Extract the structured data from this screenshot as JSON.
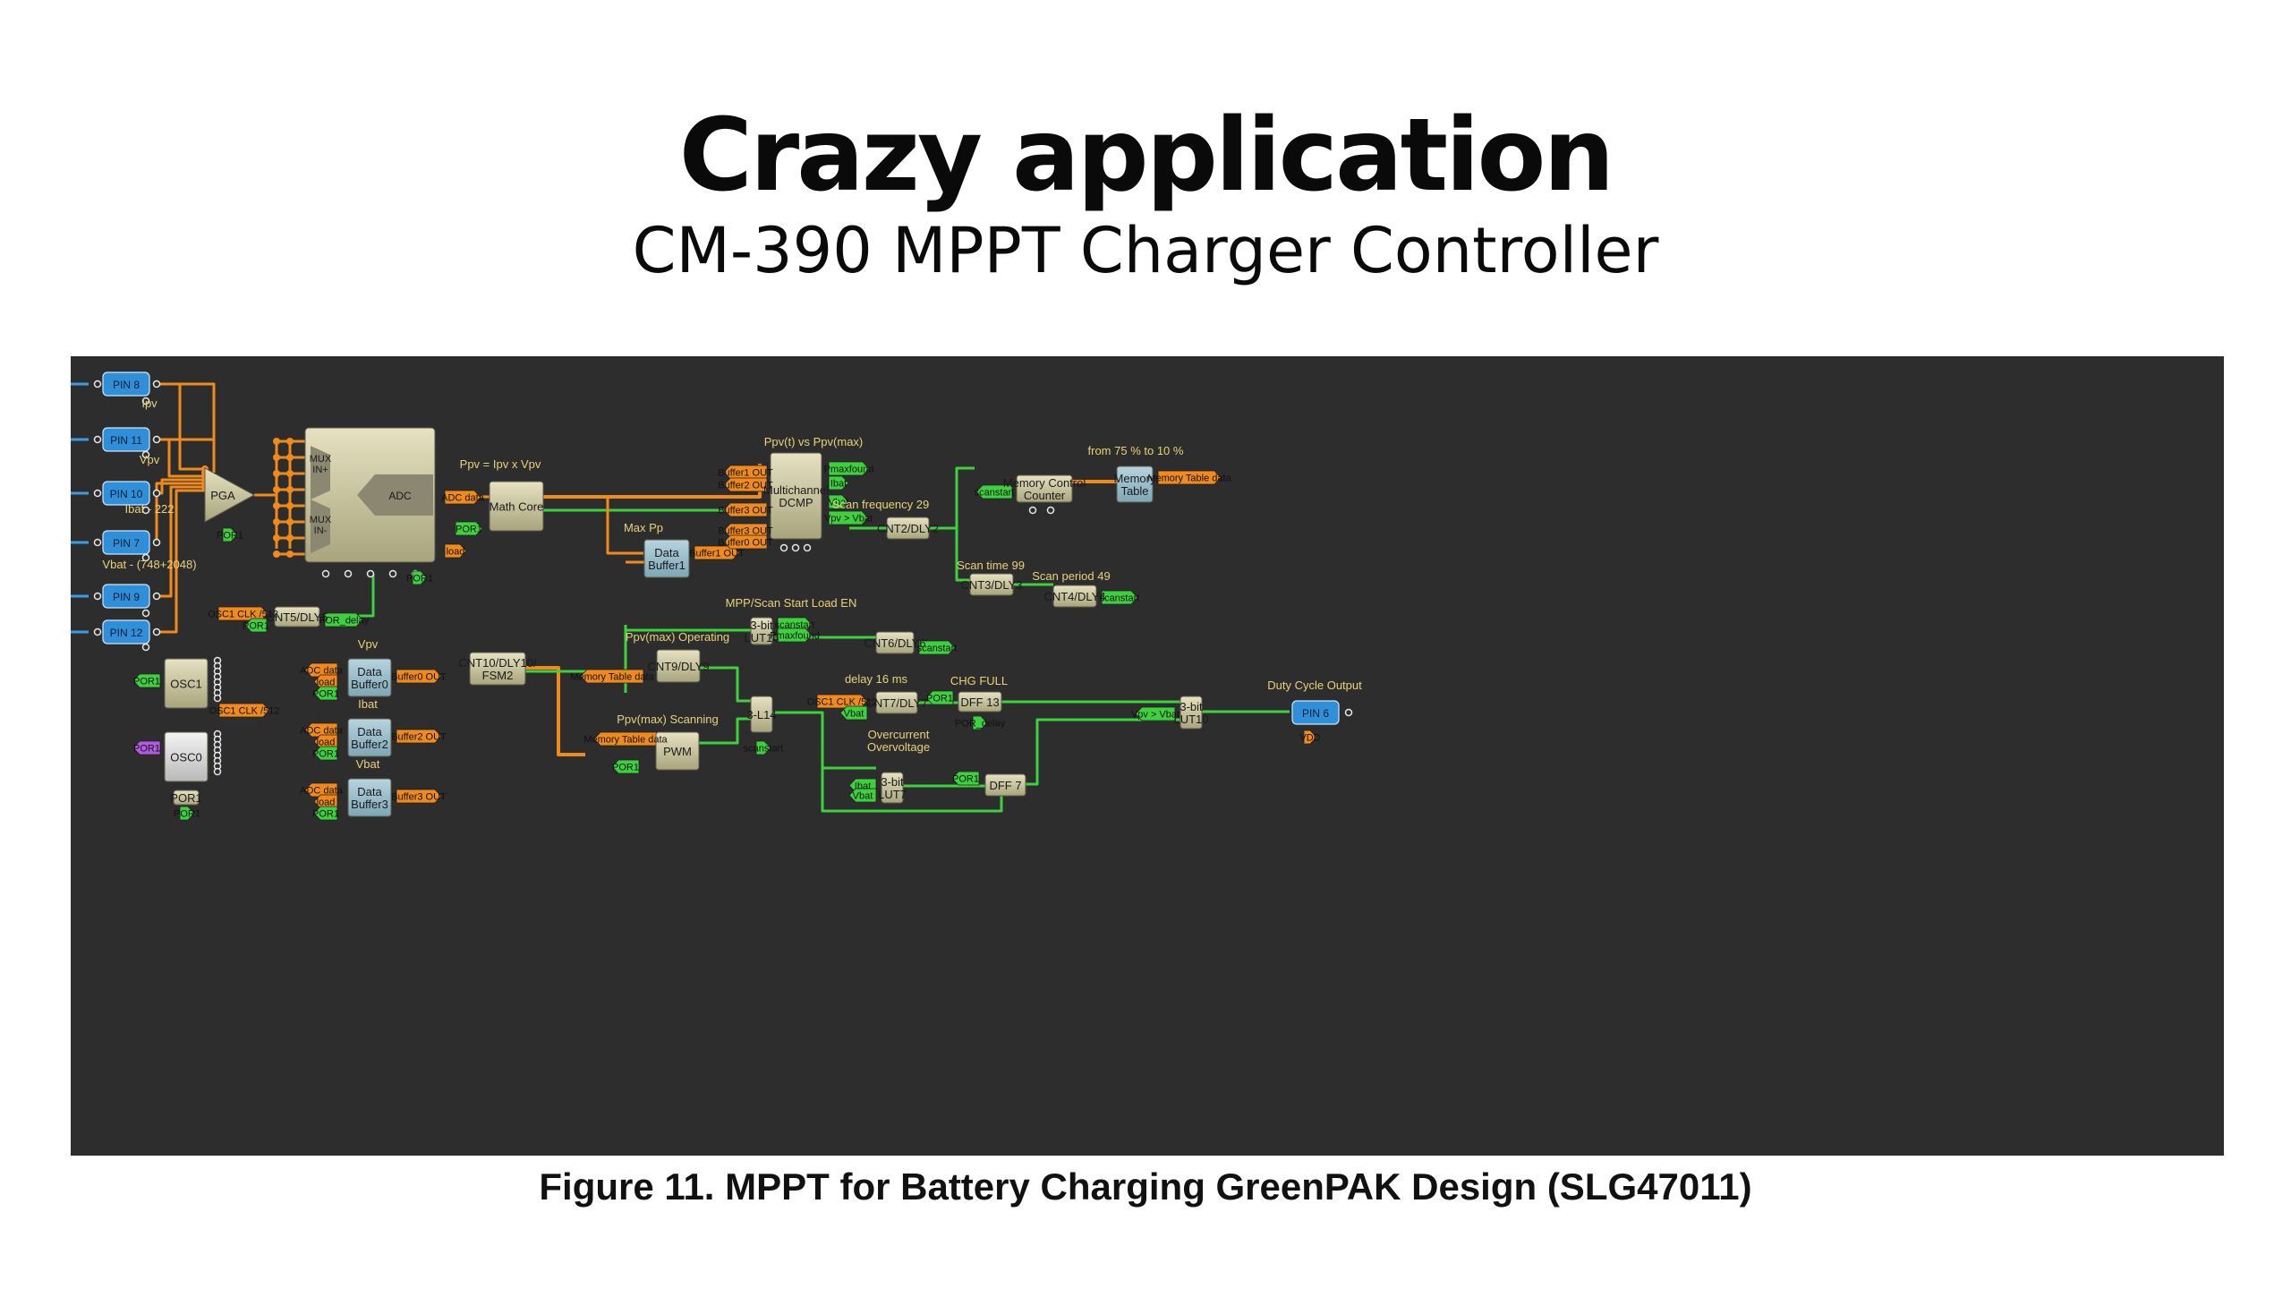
{
  "title": "Crazy application",
  "subtitle": "CM-390 MPPT Charger Controller",
  "caption": "Figure 11. MPPT for Battery Charging GreenPAK Design (SLG47011)",
  "colors": {
    "panel": "#2d2d2d",
    "wire_orange": "#f08a1c",
    "wire_green": "#3dd13d",
    "wire_blue": "#3b9be6",
    "block_tan": "#c9c59a",
    "block_blue": "#8fb6c6",
    "pin_blue": "#2f8fd8",
    "label_yellow": "#e8d27a"
  },
  "pins": [
    {
      "id": "pin8",
      "name": "PIN 8",
      "label": ""
    },
    {
      "id": "pin11",
      "name": "PIN 11",
      "label": "Ipv"
    },
    {
      "id": "pin10",
      "name": "PIN 10",
      "label": "Vpv"
    },
    {
      "id": "pin7",
      "name": "PIN 7",
      "label": "Ibat - 222"
    },
    {
      "id": "pin9",
      "name": "PIN 9",
      "label": "Vbat - (748+2048)"
    },
    {
      "id": "pin12",
      "name": "PIN 12",
      "label": ""
    },
    {
      "id": "pin6",
      "name": "PIN 6",
      "label": "Duty Cycle Output"
    }
  ],
  "blocks": {
    "pga": "PGA",
    "adc": "ADC",
    "mux_pos": "MUX\nIN+",
    "mux_neg": "MUX\nIN-",
    "math_core": "Math Core",
    "data_buffer1": "Data\nBuffer1",
    "multichannel_dcmp": "Multichannel\nDCMP",
    "memory_control_counter": "Memory Control\nCounter",
    "memory_table": "Memory\nTable",
    "cnt2": "CNT2/DLY2",
    "cnt3": "CNT3/DLY3",
    "cnt4": "CNT4/DLY4",
    "cnt5": "CNT5/DLY5",
    "cnt6": "CNT6/DLY6",
    "cnt7": "CNT7/DLY7",
    "cnt9": "CNT9/DLY9",
    "cnt10": "CNT10/DLY10/\nFSM2",
    "lut16": "3-bit\nLUT16",
    "lut14": "3-L14",
    "lut7": "3-bit\nLUT7",
    "lut10": "3-bit\nLUT10",
    "dff13": "DFF 13",
    "dff7": "DFF 7",
    "pwm": "PWM",
    "osc1": "OSC1",
    "osc0": "OSC0",
    "data_buffer0": "Data\nBuffer0",
    "data_buffer2": "Data\nBuffer2",
    "data_buffer3": "Data\nBuffer3",
    "por1_block": "POR1"
  },
  "captions": {
    "math": "Ppv = Ipv x Vpv",
    "maxpp": "Max Pp",
    "dcmp": "Ppv(t) vs Ppv(max)",
    "mem": "from 75 % to 10 %",
    "scanfreq": "Scan frequency 29",
    "scantime": "Scan time 99",
    "scanperiod": "Scan period 49",
    "mpp": "MPP/Scan Start Load EN",
    "operating": "Ppv(max) Operating",
    "scanning": "Ppv(max) Scanning",
    "delay": "delay 16 ms",
    "chgfull": "CHG FULL",
    "over": "Overcurrent\nOvervoltage",
    "vpv": "Vpv",
    "ibat": "Ibat",
    "vbat": "Vbat"
  },
  "tags": {
    "adc_data": "ADC data",
    "load": "load",
    "por1": "POR1",
    "buf1_out": "Buffer1 OUT",
    "buf2_out": "Buffer2 OUT",
    "buf3_out": "Buffer3 OUT",
    "buf0_out": "Buffer0 OUT",
    "pmaxfound": "Pmaxfound",
    "ibat": "Ibat",
    "vbat": "Vbat",
    "vpv_gt_vbat": "Vpv > Vbat",
    "scanstart": "scanstart",
    "mem_table_data": "Memory Table data",
    "osc_clk": "OSC1 CLK /512",
    "por_delay": "POR_delay",
    "vdd": "VDD"
  }
}
